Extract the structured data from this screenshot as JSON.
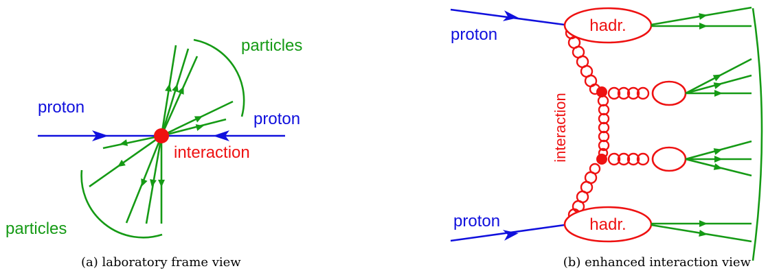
{
  "colors": {
    "proton": "#1010dd",
    "interaction": "#ee1111",
    "particles": "#159a15"
  },
  "panel_a": {
    "proton_left": "proton",
    "proton_right": "proton",
    "interaction": "interaction",
    "particles_top": "particles",
    "particles_bottom": "particles",
    "caption": "(a) laboratory frame view"
  },
  "panel_b": {
    "proton_top": "proton",
    "proton_bottom": "proton",
    "hadr_top": "hadr.",
    "hadr_bottom": "hadr.",
    "interaction": "interaction",
    "caption": "(b) enhanced interaction view"
  }
}
